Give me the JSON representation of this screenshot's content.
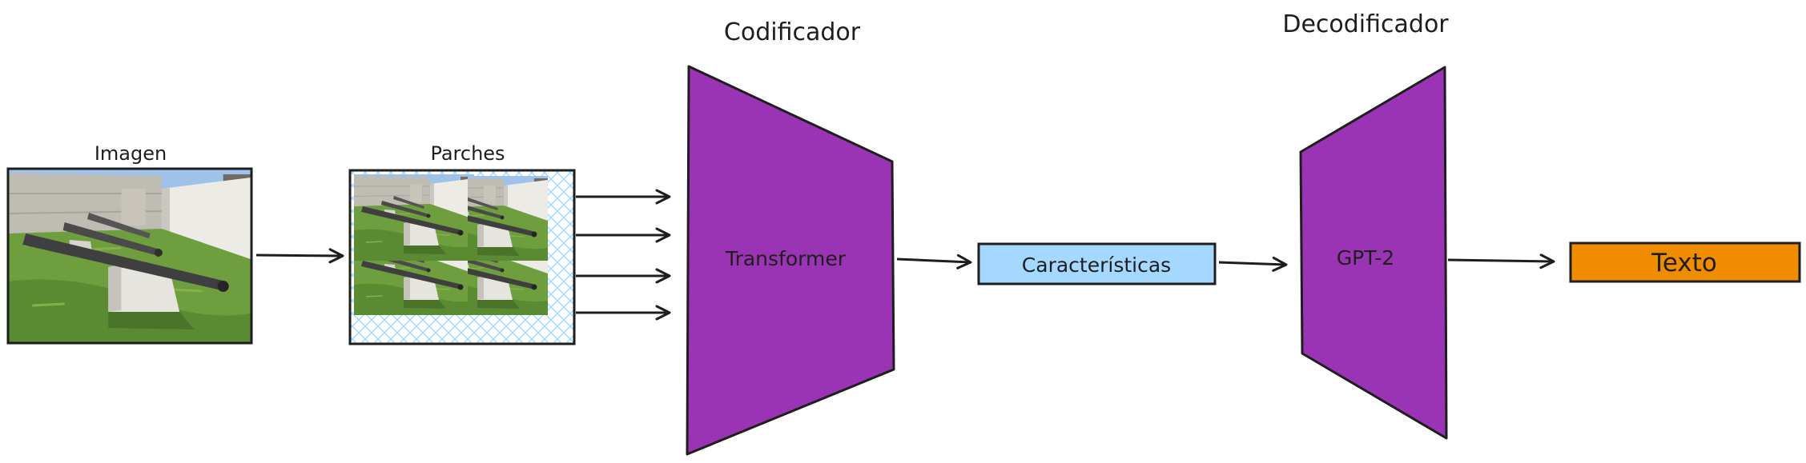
{
  "labels": {
    "image": "Imagen",
    "patches": "Parches",
    "encoder_title": "Codificador",
    "encoder": "Transformer",
    "features": "Características",
    "decoder_title": "Decodificador",
    "decoder": "GPT-2",
    "output": "Texto"
  },
  "colors": {
    "stroke": "#1e1e1e",
    "trapezoid_fill": "#9a34b4",
    "features_fill": "#a5d8ff",
    "output_fill": "#f08c00",
    "patch_separator": "#e7f1fb",
    "patch_grid": "#a5d8ff"
  },
  "icons": {
    "image": "fortress-cannons-photo",
    "patches": "photo-split-into-four-patches"
  }
}
